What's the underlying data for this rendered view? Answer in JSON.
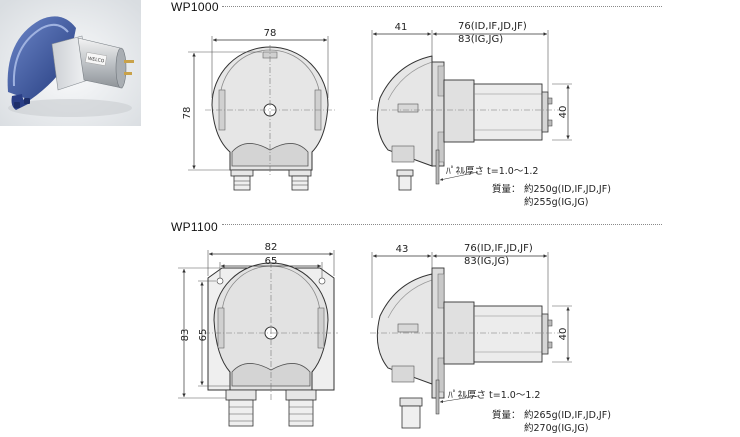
{
  "sections": [
    {
      "title": "WP1000",
      "front": {
        "width": "78",
        "height": "78"
      },
      "side": {
        "depth": "41",
        "length_line1": "76(ID,IF,JD,JF)",
        "length_line2": "83(IG,JG)",
        "height": "40",
        "panel_note": "ﾊﾟﾈﾙ厚さ t=1.0～1.2",
        "mass_label": "質量：",
        "mass_line1": "約250g(ID,IF,JD,JF)",
        "mass_line2": "約255g(IG,JG)"
      }
    },
    {
      "title": "WP1100",
      "front": {
        "width": "82",
        "inner_width": "65",
        "height": "83",
        "inner_height": "65"
      },
      "side": {
        "depth": "43",
        "length_line1": "76(ID,IF,JD,JF)",
        "length_line2": "83(IG,JG)",
        "height": "40",
        "panel_note": "ﾊﾟﾈﾙ厚さ t=1.0～1.2",
        "mass_label": "質量：",
        "mass_line1": "約265g(ID,IF,JD,JF)",
        "mass_line2": "約270g(IG,JG)"
      }
    }
  ],
  "photo": {
    "brand_label": "WELCO"
  }
}
